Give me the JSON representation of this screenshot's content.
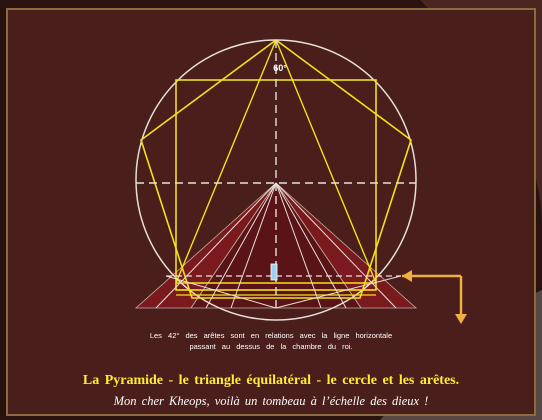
{
  "diagram": {
    "angle_label": "60°",
    "note_line1": "Les 42° des arêtes sont en relations avec la ligne horizontale",
    "note_line2": "passant au dessus de la chambre du roi.",
    "caption_line1": "La Pyramide - le triangle équilatéral - le cercle et les arêtes.",
    "caption_line2": "Mon cher Kheops, voilà un tombeau à l’échelle des dieux !"
  },
  "colors": {
    "background": "#4a1e1a",
    "circle": "#e8e0d8",
    "pentagon": "#f2e21a",
    "pyramid_faces": "#7a1a1e",
    "arrow": "#f0b040"
  }
}
